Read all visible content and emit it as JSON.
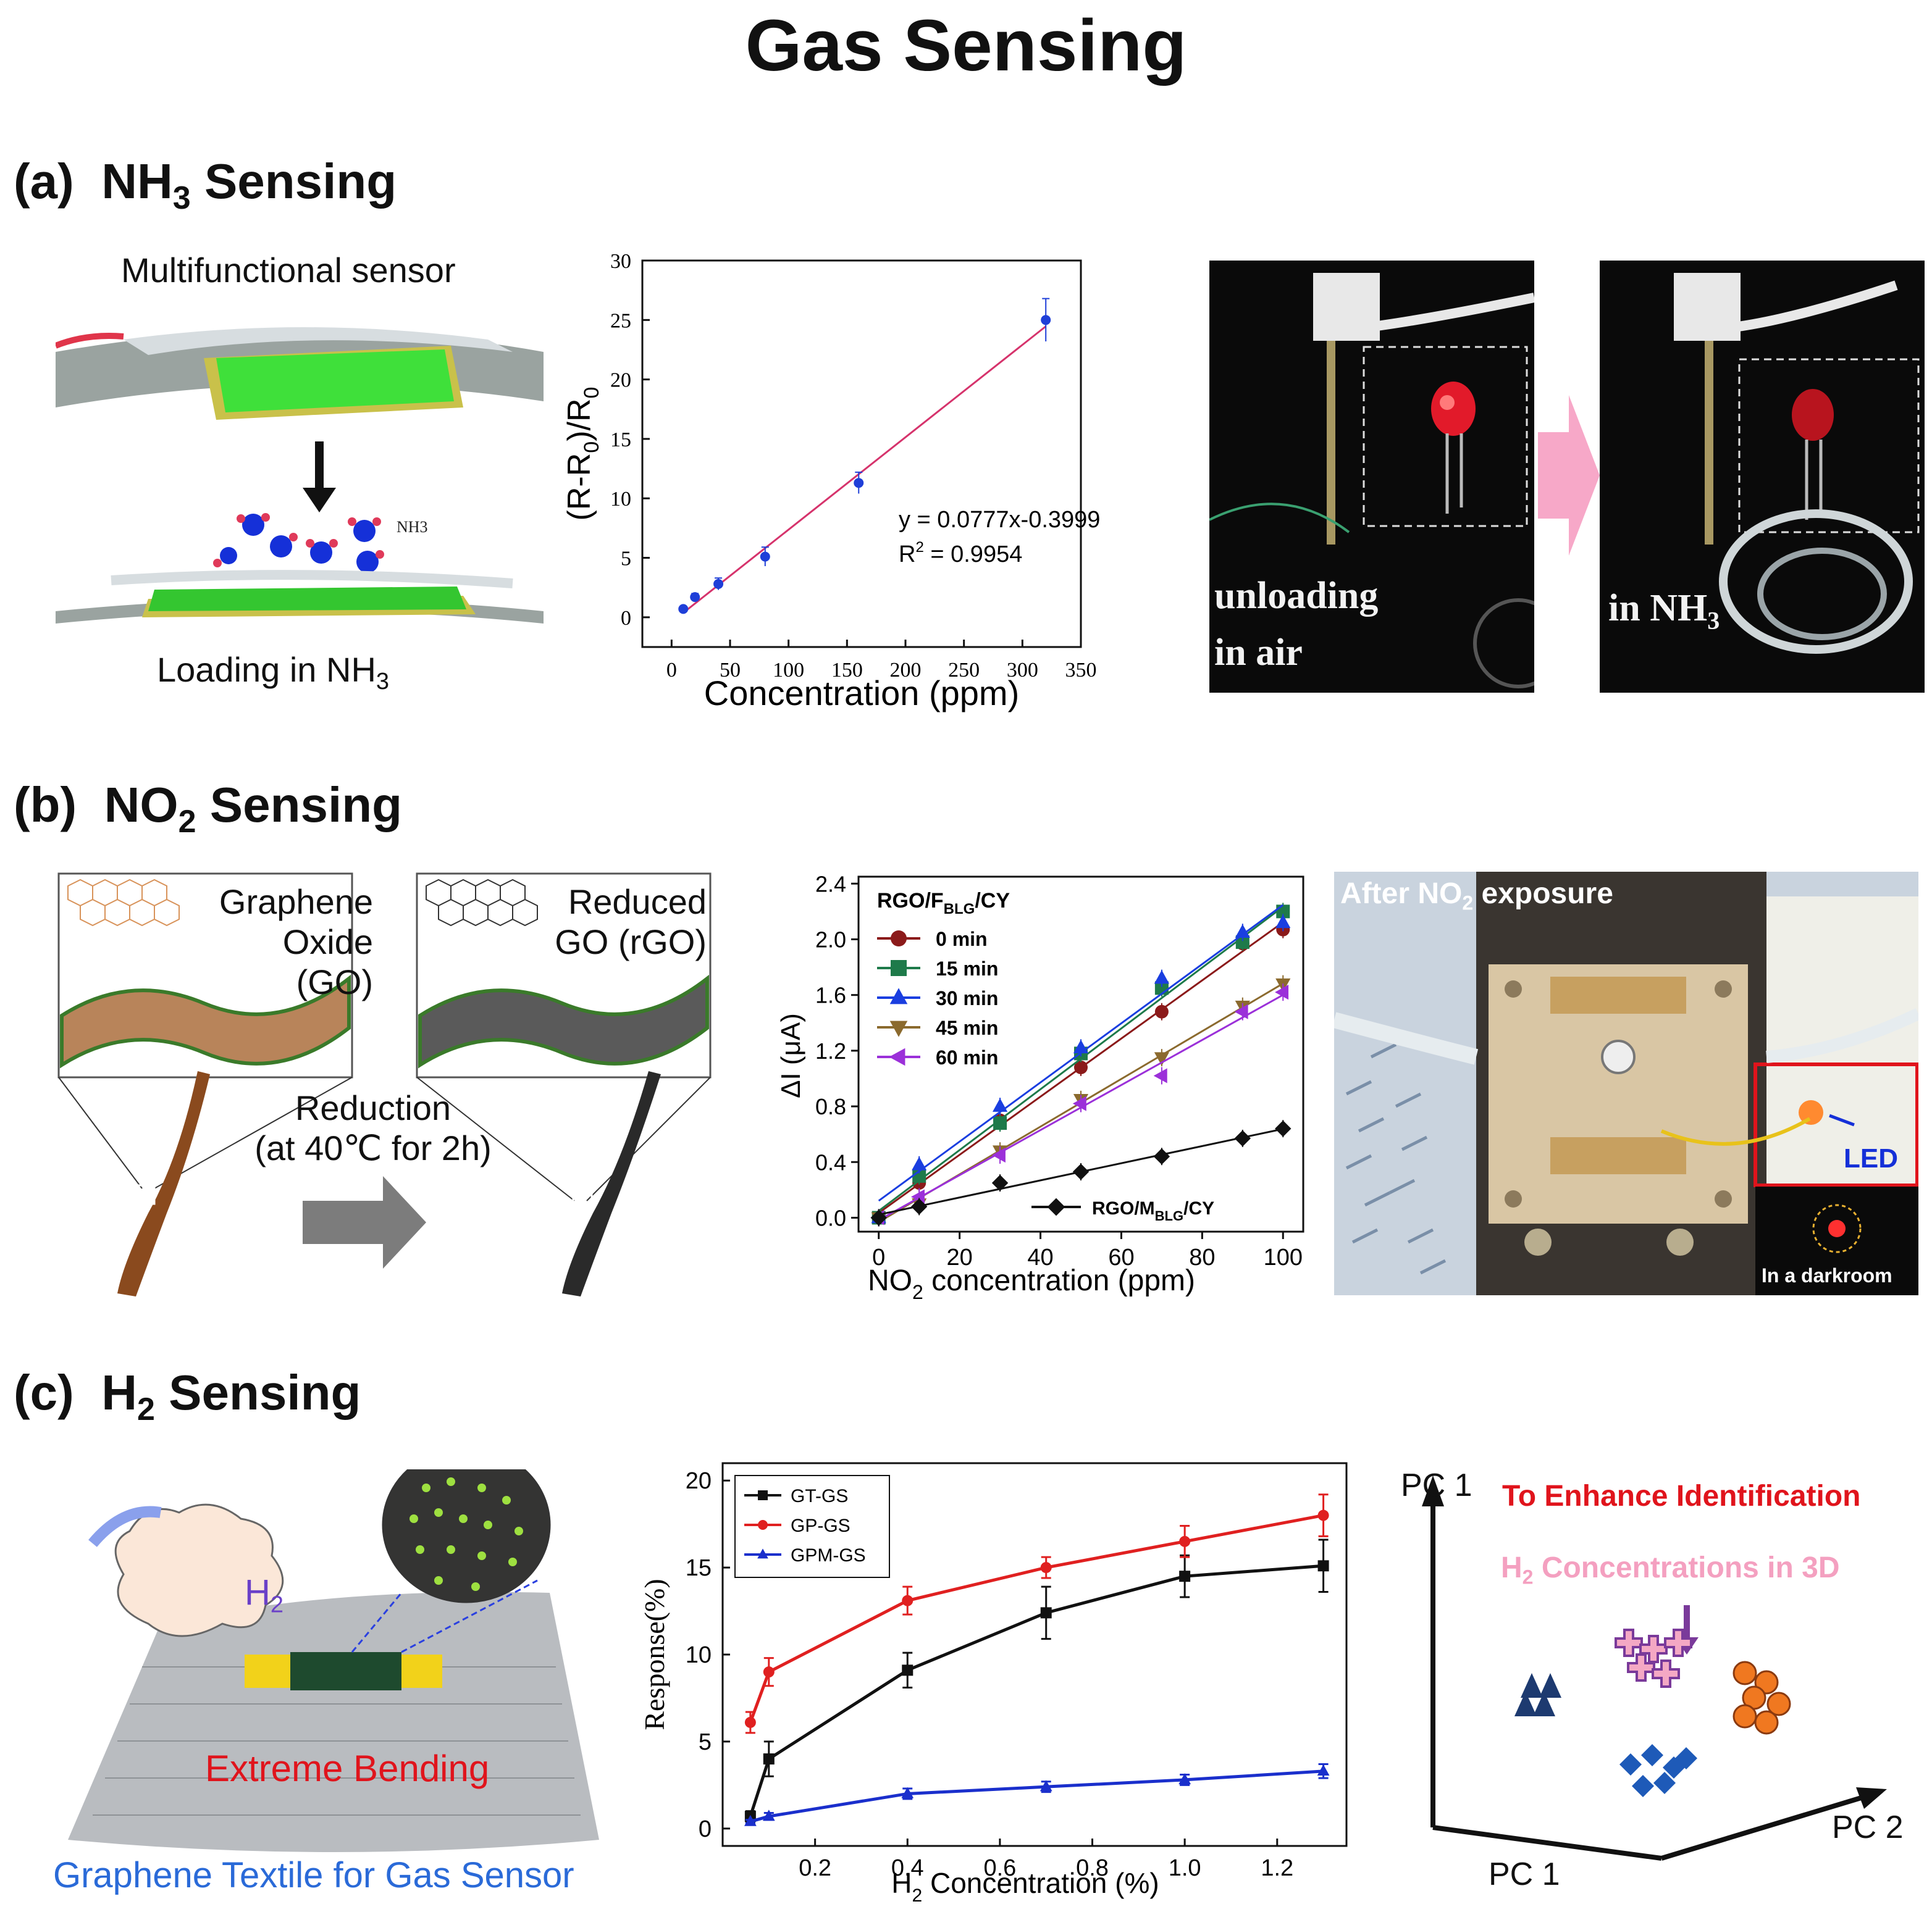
{
  "page_title": "Gas Sensing",
  "sections": {
    "a": {
      "letter": "(a)",
      "gas": "NH",
      "gas_sub": "3",
      "word": "Sensing"
    },
    "b": {
      "letter": "(b)",
      "gas": "NO",
      "gas_sub": "2",
      "word": "Sensing"
    },
    "c": {
      "letter": "(c)",
      "gas": "H",
      "gas_sub": "2",
      "word": "Sensing"
    }
  },
  "panel_a": {
    "sensor_title": "Multifunctional sensor",
    "molecule_label": "NH3",
    "loading_label": "Loading in NH",
    "loading_sub": "3",
    "photo1": {
      "line1": "unloading",
      "line2": "in air"
    },
    "photo2": {
      "line1": "in NH",
      "line1_sub": "3"
    }
  },
  "panel_b": {
    "go_label_1": "Graphene",
    "go_label_2": "Oxide (GO)",
    "rgo_label_1": "Reduced",
    "rgo_label_2": "GO (rGO)",
    "reduction_1": "Reduction",
    "reduction_2": "(at 40℃ for 2h)",
    "photo": {
      "header": "After NO",
      "header_sub": "2",
      "header_tail": "exposure",
      "led": "LED",
      "darkroom": "In a darkroom"
    }
  },
  "panel_c": {
    "h2_label": "H",
    "h2_sub": "2",
    "bending": "Extreme Bending",
    "textile": "Graphene Textile for Gas Sensor",
    "pca": {
      "axis_y": "PC 1",
      "axis_x": "PC 2",
      "axis_z": "PC 1",
      "headline": "To Enhance Identification",
      "sub_pre": "H",
      "sub_sub": "2",
      "sub_post": "Concentrations in 3D"
    }
  },
  "chart_data": [
    {
      "type": "scatter",
      "panel": "a",
      "x": [
        10,
        20,
        40,
        80,
        160,
        320
      ],
      "y": [
        0.7,
        1.7,
        2.8,
        5.1,
        11.3,
        25.0
      ],
      "y_err": [
        0.2,
        0.3,
        0.5,
        0.8,
        0.9,
        1.8
      ],
      "fit": {
        "slope": 0.0777,
        "intercept": -0.3999,
        "x_range": [
          10,
          320
        ]
      },
      "annotations": [
        "y = 0.0777x-0.3999",
        "R",
        "2",
        " = 0.9954"
      ],
      "xlabel": "Concentration (ppm)",
      "ylabel": "(R-R0)/R0",
      "xlim": [
        -25,
        350
      ],
      "ylim": [
        -2.5,
        30
      ],
      "xticks": [
        0,
        50,
        100,
        150,
        200,
        250,
        300,
        350
      ],
      "yticks": [
        0,
        5,
        10,
        15,
        20,
        25,
        30
      ],
      "colors": {
        "points": "#1f3fd8",
        "fit": "#d6336c"
      }
    },
    {
      "type": "line",
      "panel": "b",
      "legend_title": "RGO/F",
      "legend_title_sub": "BLG",
      "legend_title_tail": "/CY",
      "x": [
        0,
        10,
        30,
        50,
        70,
        90,
        100
      ],
      "series": [
        {
          "name": "0 min",
          "values": [
            0.0,
            0.25,
            0.7,
            1.08,
            1.48,
            1.97,
            2.07
          ],
          "color": "#8b1a1a",
          "marker": "circle"
        },
        {
          "name": "15 min",
          "values": [
            0.0,
            0.3,
            0.68,
            1.18,
            1.65,
            1.98,
            2.2
          ],
          "color": "#1e7a4a",
          "marker": "square"
        },
        {
          "name": "30 min",
          "values": [
            0.0,
            0.38,
            0.8,
            1.22,
            1.72,
            2.05,
            2.12
          ],
          "color": "#1a3ee0",
          "marker": "triangle"
        },
        {
          "name": "45 min",
          "values": [
            0.0,
            0.1,
            0.48,
            0.85,
            1.15,
            1.52,
            1.68
          ],
          "color": "#8b6a2e",
          "marker": "triangle-down"
        },
        {
          "name": "60 min",
          "values": [
            0.0,
            0.15,
            0.45,
            0.82,
            1.02,
            1.48,
            1.62
          ],
          "color": "#9b30d9",
          "marker": "triangle-left"
        },
        {
          "name": "RGO/M",
          "name_sub": "BLG",
          "name_tail": "/CY",
          "values": [
            0.0,
            0.08,
            0.25,
            0.33,
            0.44,
            0.57,
            0.64
          ],
          "color": "#111111",
          "marker": "diamond"
        }
      ],
      "xlabel": "NO",
      "xlabel_sub": "2",
      "xlabel_tail": " concentration (ppm)",
      "ylabel": "ΔI (μA)",
      "xlim": [
        -5,
        105
      ],
      "ylim": [
        -0.1,
        2.45
      ],
      "xticks": [
        0,
        20,
        40,
        60,
        80,
        100
      ],
      "yticks": [
        0.0,
        0.4,
        0.8,
        1.2,
        1.6,
        2.0,
        2.4
      ]
    },
    {
      "type": "line",
      "panel": "c",
      "x": [
        0.06,
        0.1,
        0.4,
        0.7,
        1.0,
        1.3
      ],
      "series": [
        {
          "name": "GT-GS",
          "values": [
            0.7,
            4.0,
            9.1,
            12.4,
            14.5,
            15.1
          ],
          "err": [
            0.3,
            1.0,
            1.0,
            1.5,
            1.2,
            1.5
          ],
          "color": "#111111",
          "marker": "square"
        },
        {
          "name": "GP-GS",
          "values": [
            6.1,
            9.0,
            13.1,
            15.0,
            16.5,
            18.0
          ],
          "err": [
            0.6,
            0.8,
            0.8,
            0.6,
            0.9,
            1.2
          ],
          "color": "#e02020",
          "marker": "circle"
        },
        {
          "name": "GPM-GS",
          "values": [
            0.4,
            0.7,
            2.0,
            2.4,
            2.8,
            3.3
          ],
          "err": [
            0.1,
            0.2,
            0.3,
            0.3,
            0.3,
            0.4
          ],
          "color": "#1a2fcc",
          "marker": "triangle"
        }
      ],
      "xlabel": "H",
      "xlabel_sub": "2",
      "xlabel_tail": " Concentration (%)",
      "ylabel": "Response(%)",
      "xlim": [
        0.0,
        1.35
      ],
      "ylim": [
        -1,
        21
      ],
      "xticks": [
        0.2,
        0.4,
        0.6,
        0.8,
        1.0,
        1.2
      ],
      "yticks": [
        0,
        5,
        10,
        15,
        20
      ]
    }
  ]
}
